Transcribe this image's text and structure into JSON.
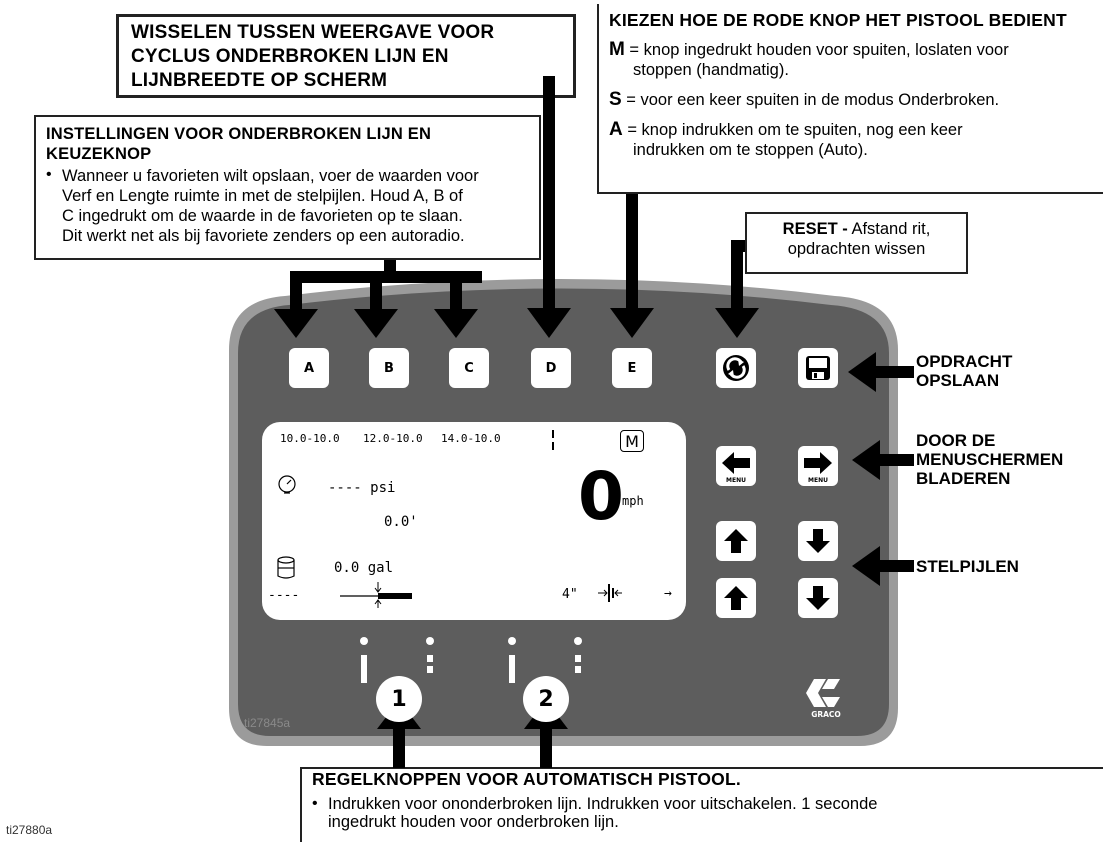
{
  "callouts": {
    "toggle_display": {
      "title": "WISSELEN TUSSEN WEERGAVE VOOR CYCLUS ONDERBROKEN LIJN EN LIJNBREEDTE OP SCHERM",
      "line1": "WISSELEN TUSSEN WEERGAVE VOOR",
      "line2": "CYCLUS ONDERBROKEN LIJN EN",
      "line3": "LIJNBREEDTE OP SCHERM"
    },
    "red_button": {
      "title": "KIEZEN HOE DE RODE KNOP HET PISTOOL BEDIENT",
      "m_key": "M",
      "m_text": "= knop ingedrukt houden voor spuiten, loslaten voor",
      "m_text2": "stoppen (handmatig).",
      "s_key": "S",
      "s_text": "= voor een keer spuiten in de modus Onderbroken.",
      "a_key": "A",
      "a_text": "= knop indrukken om te spuiten, nog een keer",
      "a_text2": "indrukken om te stoppen (Auto)."
    },
    "settings": {
      "title": "INSTELLINGEN VOOR ONDERBROKEN LIJN EN KEUZEKNOP",
      "bullet": "•",
      "line1": "Wanneer u favorieten wilt opslaan, voer de waarden voor",
      "line2": "Verf en Lengte ruimte in met de stelpijlen. Houd A, B of",
      "line3": "C ingedrukt om de waarde in de favorieten op te slaan.",
      "line4": "Dit werkt net als bij favoriete zenders op een autoradio."
    },
    "reset": {
      "bold": "RESET -",
      "text1": " Afstand rit,",
      "text2": "opdrachten wissen"
    },
    "gun_buttons": {
      "title": "REGELKNOPPEN VOOR AUTOMATISCH PISTOOL.",
      "bullet": "•",
      "line1": "Indrukken voor ononderbroken lijn. Indrukken voor uitschakelen. 1 seconde",
      "line2": "ingedrukt houden voor onderbroken lijn."
    }
  },
  "side_labels": {
    "save_1": "OPDRACHT",
    "save_2": "OPSLAAN",
    "menu_1": "DOOR DE",
    "menu_2": "MENUSCHERMEN",
    "menu_3": "BLADEREN",
    "adjust": "STELPIJLEN"
  },
  "keys": {
    "a": "A",
    "b": "B",
    "c": "C",
    "d": "D",
    "e": "E",
    "menu": "MENU"
  },
  "screen": {
    "fav1": "10.0-10.0",
    "fav2": "12.0-10.0",
    "fav3": "14.0-10.0",
    "mode_letter": "M",
    "pressure": "---- psi",
    "distance": "0.0'",
    "speed_value": "0",
    "speed_unit": "mph",
    "volume": "0.0 gal",
    "left_dash": "----",
    "line_width": "4\"",
    "arrow": "→"
  },
  "gun_buttons": {
    "one": "1",
    "two": "2"
  },
  "brand": "GRACO",
  "refs": {
    "panel": "ti27845a",
    "figure": "ti27880a"
  },
  "colors": {
    "panel_fill": "#5d5d5d",
    "panel_border": "#9a9a9a",
    "key_face": "#ffffff",
    "ink": "#000000"
  }
}
